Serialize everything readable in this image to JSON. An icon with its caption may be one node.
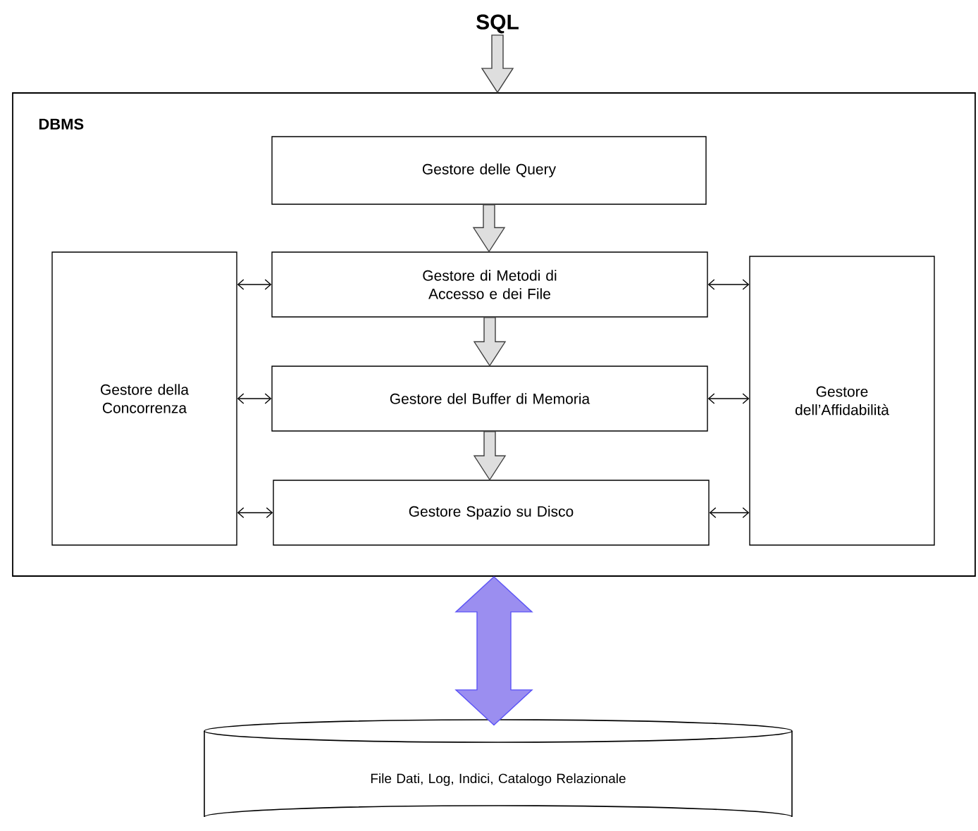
{
  "diagram": {
    "nodes": [
      {
        "text": [
          "SQL"
        ]
      },
      {
        "text": [
          "DBMS"
        ]
      },
      {
        "text": [
          "Gestore delle Query"
        ],
        "in": 1
      },
      {
        "text": [
          "Gestore di Metodi di Accesso e dei File"
        ],
        "in": 1
      },
      {
        "text": [
          "Gestore del Buffer di Memoria"
        ],
        "in": 1
      },
      {
        "text": [
          "Gestore Spazio su Disco"
        ],
        "in": 1
      },
      {
        "text": [
          "Gestore della Concorrenza"
        ],
        "in": 1
      },
      {
        "text": [
          "Gestore dell’Affidabilità"
        ],
        "in": 1
      },
      {
        "text": [
          "File Dati, Log, Indici, Catalogo Relazionale"
        ]
      }
    ],
    "edges": [
      {
        "from": 0,
        "to": 1,
        "arrow": "to",
        "style": "thick"
      },
      {
        "from": 2,
        "to": 3,
        "arrow": "to",
        "style": "thick"
      },
      {
        "from": 3,
        "to": 4,
        "arrow": "to",
        "style": "thick"
      },
      {
        "from": 4,
        "to": 5,
        "arrow": "to",
        "style": "thick"
      },
      {
        "from": 6,
        "to": 3,
        "arrow": "both"
      },
      {
        "from": 6,
        "to": 4,
        "arrow": "both"
      },
      {
        "from": 6,
        "to": 5,
        "arrow": "both"
      },
      {
        "from": 3,
        "to": 7,
        "arrow": "both"
      },
      {
        "from": 4,
        "to": 7,
        "arrow": "both"
      },
      {
        "from": 5,
        "to": 7,
        "arrow": "both"
      },
      {
        "from": 1,
        "to": 8,
        "arrow": "both",
        "style": "thick",
        "color": "#9b8ef0"
      }
    ]
  }
}
